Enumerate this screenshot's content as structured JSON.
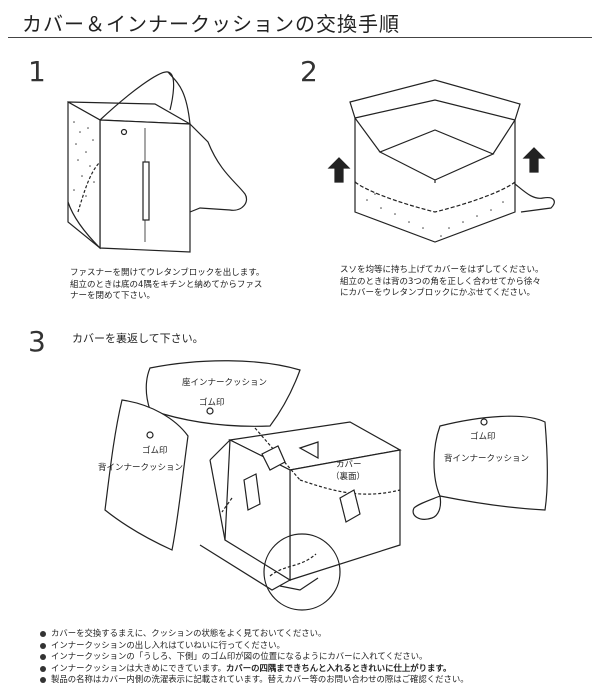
{
  "title": "カバー＆インナークッションの交換手順",
  "steps": [
    {
      "number": "1",
      "lines": [
        "ファスナーを開けてウレタンブロックを出します。",
        "組立のときは底の4隅をキチンと納めてからファス",
        "ナーを閉めて下さい。"
      ]
    },
    {
      "number": "2",
      "lines": [
        "スソを均等に持ち上げてカバーをはずしてください。",
        "組立のときは背の3つの角を正しく合わせてから徐々",
        "にカバーをウレタンブロックにかぶせてください。"
      ]
    },
    {
      "number": "3",
      "instruction": "カバーを裏返して下さい。"
    }
  ],
  "labels": {
    "seat_cushion": "座インナークッション",
    "rubber_mark": "ゴム印",
    "back_cushion": "背インナークッション",
    "cover": "カバー",
    "cover_reverse": "（裏面）"
  },
  "notes": [
    {
      "text": "カバーを交換するまえに、クッションの状態をよく見ておいてください。",
      "bold": ""
    },
    {
      "text": "インナークッションの出し入れはていねいに行ってください。",
      "bold": ""
    },
    {
      "text": "インナークッションの「うしろ、下側」のゴム印が図の位置になるようにカバーに入れてください。",
      "bold": ""
    },
    {
      "text": "インナークッションは大きめにできています。",
      "bold": "カバーの四隅まできちんと入れるときれいに仕上がります。"
    },
    {
      "text": "製品の名称はカバー内側の洗濯表示に記載されています。替えカバー等のお問い合わせの際はご確認ください。",
      "bold": ""
    }
  ]
}
